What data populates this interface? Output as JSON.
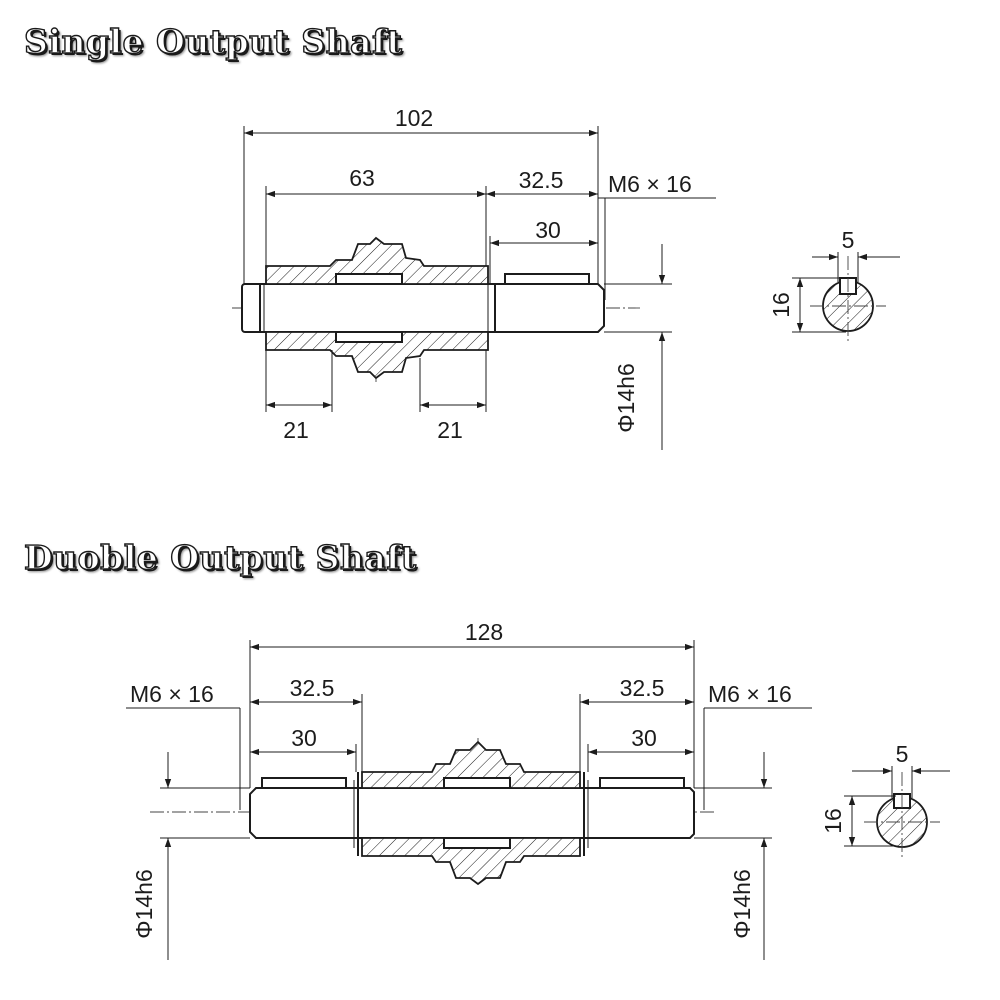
{
  "headings": {
    "single": "Single Output Shaft",
    "double": "Duoble Output Shaft"
  },
  "single_shaft": {
    "overall_length": "102",
    "body_length": "63",
    "shaft_extension": "32.5",
    "key_length": "30",
    "thread": "M6 × 16",
    "hub_left": "21",
    "hub_right": "21",
    "diameter": "Φ14h6",
    "key_width": "5",
    "key_height": "16"
  },
  "double_shaft": {
    "overall_length": "128",
    "left_extension": "32.5",
    "right_extension": "32.5",
    "left_key_length": "30",
    "right_key_length": "30",
    "left_thread": "M6 × 16",
    "right_thread": "M6 × 16",
    "left_diameter": "Φ14h6",
    "right_diameter": "Φ14h6",
    "key_width": "5",
    "key_height": "16"
  }
}
